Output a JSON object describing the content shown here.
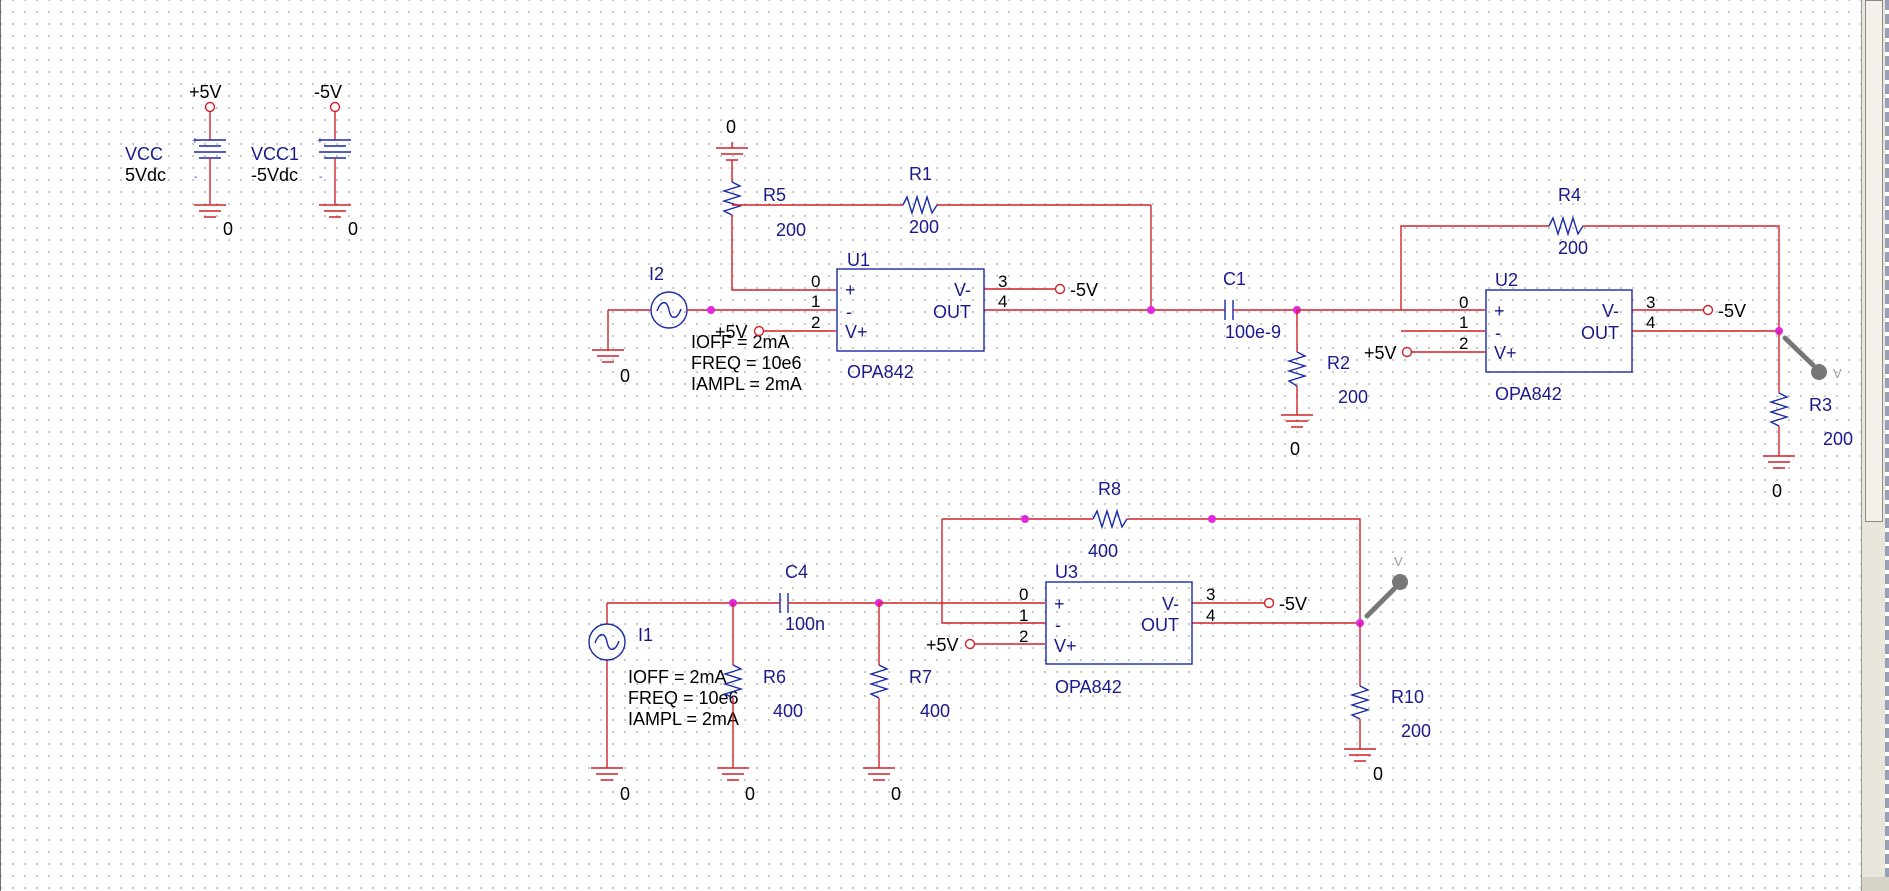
{
  "power": [
    {
      "rail": "+5V",
      "name": "VCC",
      "value": "5Vdc",
      "gnd": "0"
    },
    {
      "rail": "-5V",
      "name": "VCC1",
      "value": "-5Vdc",
      "gnd": "0"
    }
  ],
  "opamps": [
    {
      "ref": "U1",
      "model": "OPA842",
      "pins": {
        "p": "0",
        "n": "1",
        "vp": "2",
        "vm": "3",
        "out": "4"
      },
      "label_p": "+",
      "label_n": "-",
      "label_vp": "V+",
      "label_vm": "V-",
      "label_out": "OUT",
      "pos_supply": "+5V",
      "neg_supply": "-5V"
    },
    {
      "ref": "U2",
      "model": "OPA842",
      "pins": {
        "p": "0",
        "n": "1",
        "vp": "2",
        "vm": "3",
        "out": "4"
      },
      "label_p": "+",
      "label_n": "-",
      "label_vp": "V+",
      "label_vm": "V-",
      "label_out": "OUT",
      "pos_supply": "+5V",
      "neg_supply": "-5V"
    },
    {
      "ref": "U3",
      "model": "OPA842",
      "pins": {
        "p": "0",
        "n": "1",
        "vp": "2",
        "vm": "3",
        "out": "4"
      },
      "label_p": "+",
      "label_n": "-",
      "label_vp": "V+",
      "label_vm": "V-",
      "label_out": "OUT",
      "pos_supply": "+5V",
      "neg_supply": "-5V"
    }
  ],
  "resistors": [
    {
      "ref": "R1",
      "value": "200"
    },
    {
      "ref": "R2",
      "value": "200"
    },
    {
      "ref": "R3",
      "value": "200"
    },
    {
      "ref": "R4",
      "value": "200"
    },
    {
      "ref": "R5",
      "value": "200"
    },
    {
      "ref": "R6",
      "value": "400"
    },
    {
      "ref": "R7",
      "value": "400"
    },
    {
      "ref": "R8",
      "value": "400"
    },
    {
      "ref": "R10",
      "value": "200"
    }
  ],
  "capacitors": [
    {
      "ref": "C1",
      "value": "100e-9"
    },
    {
      "ref": "C4",
      "value": "100n"
    }
  ],
  "sources": [
    {
      "ref": "I2",
      "ioff": "IOFF = 2mA",
      "freq": "FREQ = 10e6",
      "iampl": "IAMPL = 2mA"
    },
    {
      "ref": "I1",
      "ioff": "IOFF = 2mA",
      "freq": "FREQ = 10e6",
      "iampl": "IAMPL = 2mA"
    }
  ],
  "ground_label": "0",
  "probe_label": "V",
  "colors": {
    "wire": "#d2222c",
    "part": "#1a2aa8",
    "junction": "#e028e0",
    "probe": "#777777"
  }
}
